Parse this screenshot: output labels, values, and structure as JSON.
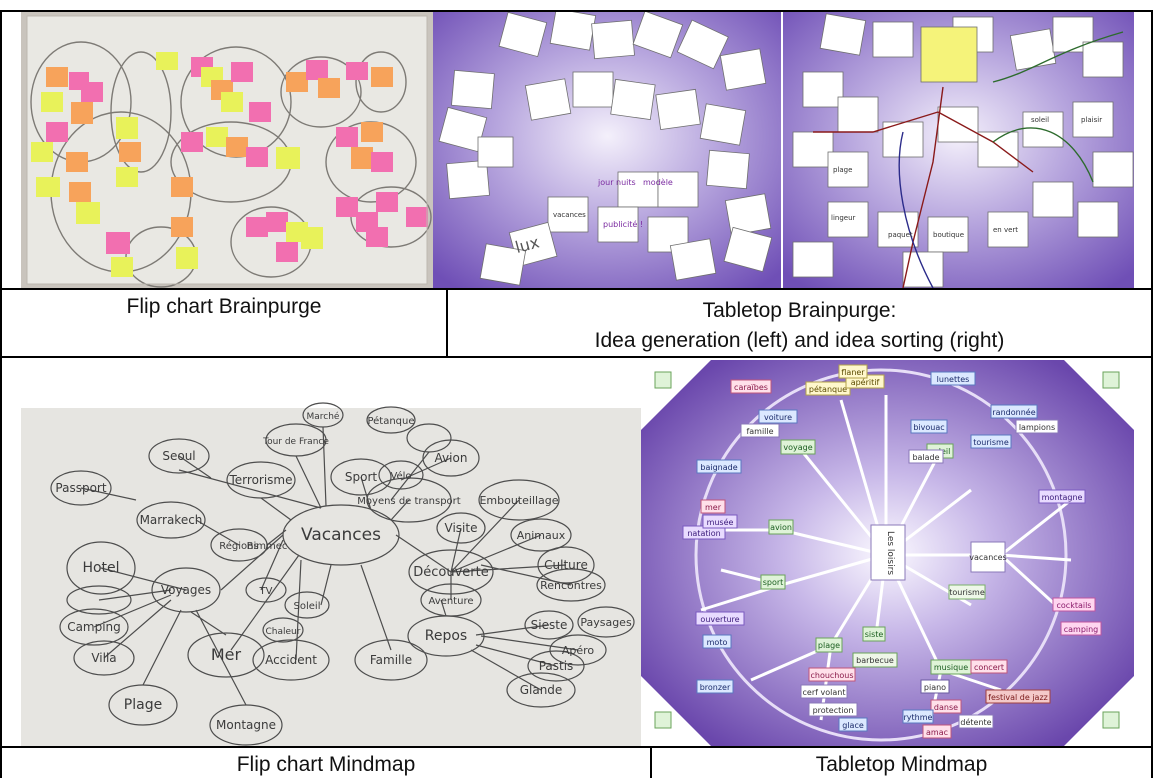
{
  "top_left": {
    "caption": "Flip chart Brainpurge"
  },
  "top_right": {
    "caption_line1": "Tabletop Brainpurge:",
    "caption_line2": "Idea generation (left) and idea sorting (right)",
    "card_labels": [
      "jour nuits",
      "modèle",
      "publicité !",
      "lux",
      "vacances",
      "soleil",
      "plage",
      "paquet",
      "en vert",
      "boutique",
      "lingeur",
      "plaisir"
    ]
  },
  "bottom_left": {
    "caption": "Flip chart Mindmap",
    "center": "Vacances",
    "nodes": [
      "Seoul",
      "Passport",
      "Marrakech",
      "Terrorisme",
      "Régions",
      "Tour de France",
      "Marché",
      "Pétanque",
      "Sport",
      "Vélo",
      "Avion",
      "Moyens de transport",
      "Embouteillage",
      "Visite",
      "Animaux",
      "Culture",
      "Découverte",
      "Rencontres",
      "Paysages",
      "Aventure",
      "Repos",
      "Sieste",
      "Apéro",
      "Pastis",
      "Glande",
      "Famille",
      "Accident",
      "Soleil",
      "Chaleur",
      "Mer",
      "Montagne",
      "Plage",
      "Villa",
      "Camping",
      "Hotel",
      "Voyages",
      "TV",
      "Bimmec"
    ]
  },
  "bottom_right": {
    "caption": "Tabletop Mindmap",
    "hubs": [
      "Les loisirs",
      "vacances",
      "tourisme",
      "sport",
      "avion",
      "voyage",
      "soleil",
      "plage",
      "siste",
      "barbecue",
      "musique",
      "piano",
      "concert",
      "pétanque",
      "balade",
      "lunettes",
      "camping",
      "festival de jazz",
      "cerf volant",
      "glace",
      "protection",
      "danse",
      "rythme",
      "chouchous",
      "bronzer",
      "natation",
      "voiture",
      "famille",
      "baignade",
      "mer",
      "musée",
      "ouverture",
      "apéritif",
      "flaner",
      "caraïbes",
      "tourisme",
      "bivouac",
      "randonnée",
      "montagne",
      "cocktails",
      "lampions",
      "amac",
      "détente",
      "moto"
    ]
  }
}
